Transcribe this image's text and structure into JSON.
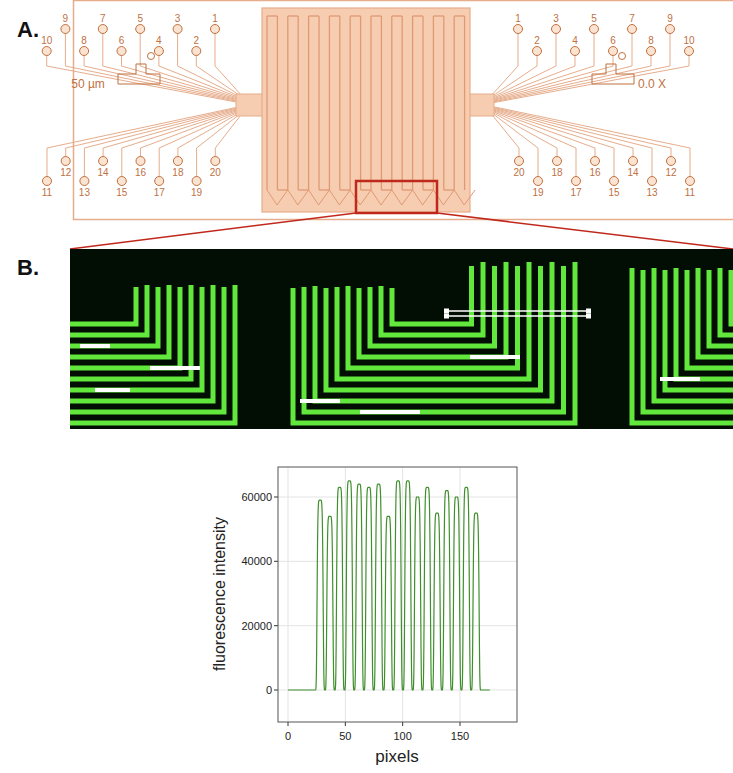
{
  "diagram": {
    "labels": [
      "A.",
      "1",
      "2",
      "3",
      "4",
      "5",
      "6",
      "7",
      "8",
      "9",
      "10",
      "11",
      "12",
      "13",
      "14",
      "15",
      "16",
      "17",
      "18",
      "19",
      "20",
      "50 µm",
      "1",
      "2",
      "3",
      "4",
      "5",
      "6",
      "7",
      "8",
      "9",
      "10",
      "11",
      "12",
      "13",
      "14",
      "15",
      "16",
      "17",
      "18",
      "19",
      "20",
      "0.0 X",
      "B.",
      "60000",
      "40000",
      "20000",
      "0",
      "0",
      "50",
      "100",
      "150",
      "fluorescence intensity",
      "pixels"
    ]
  }
}
